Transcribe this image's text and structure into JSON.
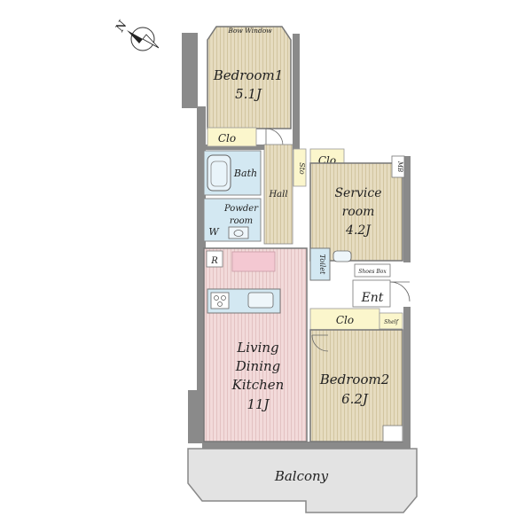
{
  "compass": {
    "label": "N"
  },
  "rooms": {
    "bedroom1": {
      "name": "Bedroom1",
      "size": "5.1J"
    },
    "bow_window": "Bow Window",
    "clo1": "Clo",
    "bath": "Bath",
    "powder": {
      "line1": "Powder",
      "line2": "room"
    },
    "washer": "W",
    "hall": "Hall",
    "storage": "Sto",
    "clo2": "Clo",
    "mb": "MB",
    "service": {
      "line1": "Service",
      "line2": "room",
      "size": "4.2J"
    },
    "refrigerator": "R",
    "toilet": "Toilet",
    "shoes_box": "Shoes Box",
    "entrance": "Ent",
    "clo3": "Clo",
    "shelf": "Shelf",
    "ldk": {
      "line1": "Living",
      "line2": "Dining",
      "line3": "Kitchen",
      "size": "11J"
    },
    "bedroom2": {
      "name": "Bedroom2",
      "size": "6.2J"
    },
    "balcony": "Balcony"
  },
  "colors": {
    "wall": "#8a8a8a",
    "wood_floor": "#e6dcc0",
    "ldk_floor": "#f2dada",
    "wet_area": "#d3e8f2",
    "closet": "#fbf6cc",
    "balcony": "#e3e3e3"
  }
}
